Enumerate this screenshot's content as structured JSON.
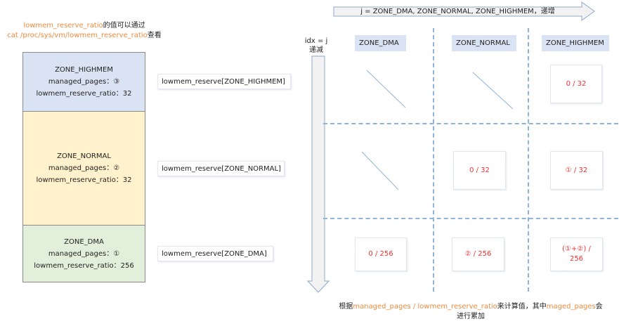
{
  "note_top": {
    "line1_orange": "lowmem_reserve_ratio",
    "line1_black": "的值可以通过",
    "line2_orange": "cat /proc/sys/vm/lowmem_reserve_ratio",
    "line2_black": "查看"
  },
  "zones": [
    {
      "name": "ZONE_HIGHMEM",
      "managed": "managed_pages：③",
      "ratio": "lowmem_reserve_ratio：32",
      "reserve_label": "lowmem_reserve[ZONE_HIGHMEM]",
      "color": "#dae3f3"
    },
    {
      "name": "ZONE_NORMAL",
      "managed": "managed_pages：②",
      "ratio": "lowmem_reserve_ratio：32",
      "reserve_label": "lowmem_reserve[ZONE_NORMAL]",
      "color": "#fff2cc"
    },
    {
      "name": "ZONE_DMA",
      "managed": "managed_pages：①",
      "ratio": "lowmem_reserve_ratio：256",
      "reserve_label": "lowmem_reserve[ZONE_DMA]",
      "color": "#e2efda"
    }
  ],
  "top_arrow": "j = ZONE_DMA, ZONE_NORMAL, ZONE_HIGHMEM，递增",
  "idx_label": {
    "line1": "idx = j",
    "line2": "递减"
  },
  "columns": [
    "ZONE_DMA",
    "ZONE_NORMAL",
    "ZONE_HIGHMEM"
  ],
  "cells": {
    "r0c2": "0 / 32",
    "r1c1": "0 / 32",
    "r1c2": "① / 32",
    "r2c0": "0 / 256",
    "r2c1": "② / 256",
    "r2c2": "(①+②) / 256"
  },
  "note_bottom": {
    "p1": "根据",
    "p2": "managed_pages / lowmem_reserve_ratio",
    "p3": "来计算值，其中",
    "p4": "maged_pages",
    "p5": "会",
    "line2": "进行累加"
  }
}
